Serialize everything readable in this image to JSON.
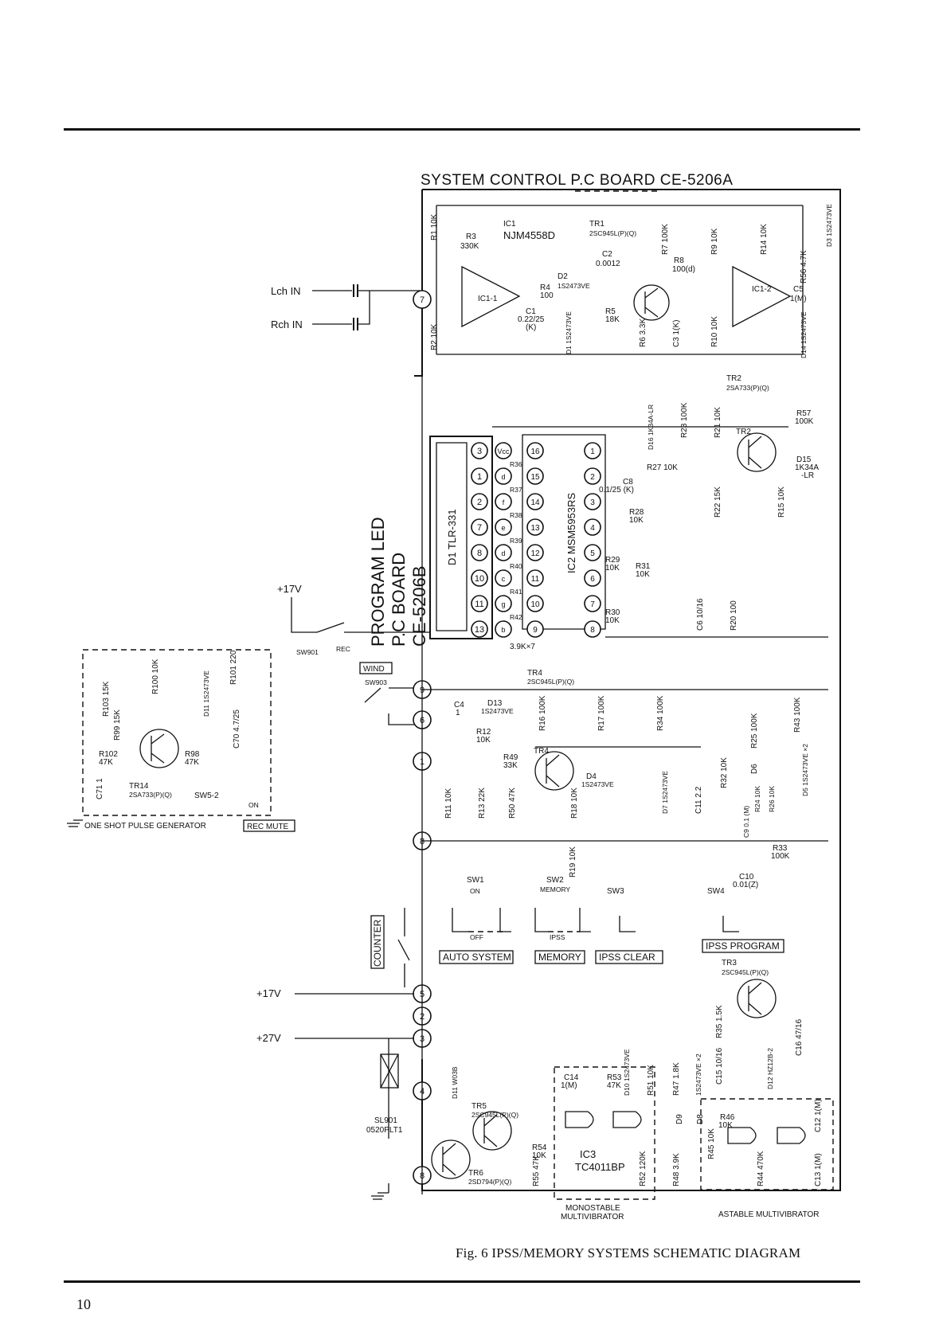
{
  "page": {
    "number": "10",
    "caption": "Fig. 6   IPSS/MEMORY SYSTEMS SCHEMATIC DIAGRAM"
  },
  "boards": {
    "system_control": "SYSTEM CONTROL P.C BOARD CE-5206A",
    "program_led_l1": "PROGRAM LED",
    "program_led_l2": "P.C BOARD",
    "program_led_l3": "CE-5206B"
  },
  "inputs": {
    "lch": "Lch IN",
    "rch": "Rch IN",
    "v17a": "+17V",
    "v17b": "+17V",
    "v27": "+27V"
  },
  "connector_pins": [
    "7",
    "9",
    "6",
    "1",
    "8",
    "5",
    "2",
    "3",
    "4",
    "8"
  ],
  "ic_labels": {
    "ic1": "IC1",
    "ic1_part": "NJM4558D",
    "ic2": "IC2  MSM5953RS",
    "ic3": "IC3",
    "ic3_part": "TC4011BP",
    "d1": "D1  TLR-331"
  },
  "led_pins": [
    "3",
    "1",
    "2",
    "7",
    "8",
    "10",
    "11",
    "13"
  ],
  "led_seg": [
    "Vcc",
    "d",
    "f",
    "e",
    "d",
    "c",
    "g",
    "b"
  ],
  "ic2_left_pins": [
    "16",
    "15",
    "14",
    "13",
    "12",
    "11",
    "10",
    "9"
  ],
  "ic2_right_pins": [
    "1",
    "2",
    "3",
    "4",
    "5",
    "6",
    "7",
    "8"
  ],
  "resistor_bank": [
    "R36",
    "R37",
    "R38",
    "R39",
    "R40",
    "R41",
    "R42"
  ],
  "resistor_bank_note": "3.9K×7",
  "switches": {
    "wind": "WIND",
    "sw903": "SW903",
    "sw901": "SW901",
    "rec": "REC",
    "counter": "COUNTER",
    "sw1": "SW1",
    "sw1_on": "ON",
    "sw1_off": "OFF",
    "sw2": "SW2",
    "sw2_memory": "MEMORY",
    "sw2_ipss": "IPSS",
    "sw3": "SW3",
    "sw4": "SW4",
    "sw5": "SW5-2",
    "sw5_on": "ON"
  },
  "boxed_labels": {
    "auto_system": "AUTO SYSTEM",
    "memory": "MEMORY",
    "ipss_clear": "IPSS CLEAR",
    "ipss_program": "IPSS PROGRAM",
    "rec_mute": "REC MUTE"
  },
  "section_labels": {
    "one_shot": "ONE SHOT PULSE GENERATOR",
    "monostable_l1": "MONOSTABLE",
    "monostable_l2": "MULTIVIBRATOR",
    "astable": "ASTABLE MULTIVIBRATOR"
  },
  "transistors": {
    "tr1": "TR1",
    "tr1_part": "2SC945L(P)(Q)",
    "tr2": "TR2",
    "tr2_part": "2SA733(P)(Q)",
    "tr3": "TR3",
    "tr3_part": "2SC945L(P)(Q)",
    "tr4": "TR4",
    "tr4_part": "2SC945L(P)(Q)",
    "tr5": "TR5",
    "tr5_part": "2SC945L(P)(Q)",
    "tr6": "TR6",
    "tr6_part": "2SD794(P)(Q)",
    "tr14": "TR14",
    "tr14_part": "2SA733(P)(Q)"
  },
  "components": {
    "r1": "R1  10K",
    "r2": "R2  10K",
    "r3": "R3",
    "r3v": "330K",
    "r4": "R4",
    "r4v": "100",
    "r5": "R5",
    "r5v": "18K",
    "r6": "R6  3.3K",
    "r7": "R7  100K",
    "r8": "R8",
    "r8v": "100(d)",
    "r9": "R9  10K",
    "r10": "R10  10K",
    "r14": "R14  10K",
    "r56": "R56  4.7K",
    "c1": "C1",
    "c1v": "0.22/25",
    "c1k": "(K)",
    "c2": "C2",
    "c2v": "0.0012",
    "c3": "C3  1(K)",
    "c5": "C5",
    "c5v": "1(M)",
    "d2": "D2",
    "d2v": "1S2473VE",
    "d1a": "D1  1S2473VE",
    "d3": "D3  1S2473VE",
    "d14": "D14  1S2473VE",
    "ic1_1": "IC1-1",
    "ic1_2": "IC1-2",
    "r57": "R57",
    "r57v": "100K",
    "r21": "R21  10K",
    "r22": "R22  15K",
    "r23": "R23  100K",
    "d16": "D16  1K34A-LR",
    "d15": "D15",
    "d15v": "1K34A",
    "d15v2": "-LR",
    "r15": "R15  10K",
    "r27": "R27  10K",
    "c8": "C8",
    "c8v": "0.1/25 (K)",
    "r28": "R28",
    "r28v": "10K",
    "r29": "R29",
    "r29v": "10K",
    "r31": "R31",
    "r31v": "10K",
    "r30": "R30",
    "r30v": "10K",
    "c6": "C6  10/16",
    "r20": "R20  100",
    "r100": "R100  10K",
    "r101": "R101  220",
    "r103": "R103  15K",
    "d11": "D11  1S2473VE",
    "c70": "C70  4.7/25",
    "r99": "R99  15K",
    "r102": "R102",
    "r102v": "47K",
    "r98": "R98",
    "r98v": "47K",
    "c71": "C71  1",
    "c4": "C4",
    "c4v": "1",
    "d13": "D13",
    "d13v": "1S2473VE",
    "r12": "R12",
    "r12v": "10K",
    "r16": "R16  100K",
    "r17": "R17  100K",
    "r34": "R34  100K",
    "r49": "R49",
    "r49v": "33K",
    "d4": "D4",
    "d4v": "1S2473VE",
    "d7": "D7  1S2473VE",
    "c11": "C11  2.2",
    "r11": "R11  10K",
    "r13": "R13  22K",
    "r50": "R50  47K",
    "r18": "R18  10K",
    "r19": "R19  10K",
    "r32": "R32  10K",
    "r25": "R25  100K",
    "r43": "R43  100K",
    "d6": "D6",
    "d5": "D5  1S2473VE ×2",
    "r24": "R24  10K",
    "r26": "R26  10K",
    "c9": "C9  0.1 (M)",
    "r33": "R33",
    "r33v": "100K",
    "c10": "C10",
    "c10v": "0.01(Z)",
    "r35": "R35  1.5K",
    "c16": "C16  47/16",
    "c15": "C15  10/16",
    "d12": "D12  HZ12B-2",
    "d11b": "D11  W03B",
    "sl901": "SL901",
    "sl901v": "0520PLT1",
    "r54": "R54",
    "r54v": "10K",
    "r55": "R55  47K",
    "c14": "C14",
    "c14v": "1(M)",
    "r53": "R53",
    "r53v": "47K",
    "d10": "D10  1S2473VE",
    "r51": "R51  10K",
    "r52": "R52  120K",
    "r47": "R47  1.8K",
    "d8d9": "1S2473VE ×2",
    "d9": "D9",
    "d8": "D8",
    "r48": "R48  3.9K",
    "r45": "R45  10K",
    "r46": "R46",
    "r46v": "10K",
    "r44": "R44  470K",
    "c12": "C12  1(M)",
    "c13": "C13  1(M)"
  },
  "colors": {
    "ink": "#111111",
    "paper": "#ffffff"
  }
}
